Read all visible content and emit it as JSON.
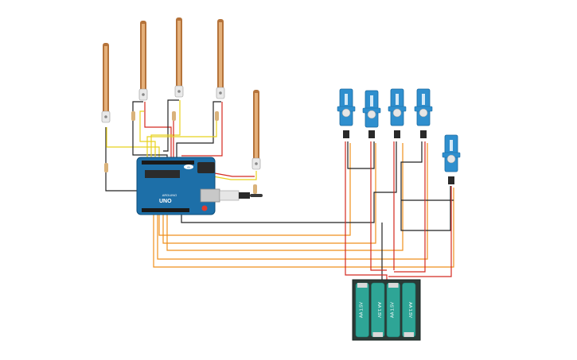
{
  "arduino": {
    "brand_text": "ARDUINO",
    "model_text": "UNO",
    "logo_text": "∞"
  },
  "battery_pack": {
    "cells": [
      {
        "label": "AA 1.5V"
      },
      {
        "label": "AA 1.5V"
      },
      {
        "label": "AA 1.5V"
      },
      {
        "label": "AA 1.5V"
      }
    ]
  },
  "flex_sensors": [
    {
      "id": "flex-1"
    },
    {
      "id": "flex-2"
    },
    {
      "id": "flex-3"
    },
    {
      "id": "flex-4"
    },
    {
      "id": "flex-5"
    }
  ],
  "servos": [
    {
      "id": "servo-1"
    },
    {
      "id": "servo-2"
    },
    {
      "id": "servo-3"
    },
    {
      "id": "servo-4"
    },
    {
      "id": "servo-5"
    }
  ],
  "colors": {
    "wire_red": "#d42a20",
    "wire_black": "#222222",
    "wire_yellow": "#e8d21d",
    "wire_orange": "#ef8f1c",
    "arduino_blue": "#1d6fa8",
    "servo_blue": "#2f8fce",
    "battery_green": "#2ea596",
    "sensor_brown": "#b5733a"
  }
}
